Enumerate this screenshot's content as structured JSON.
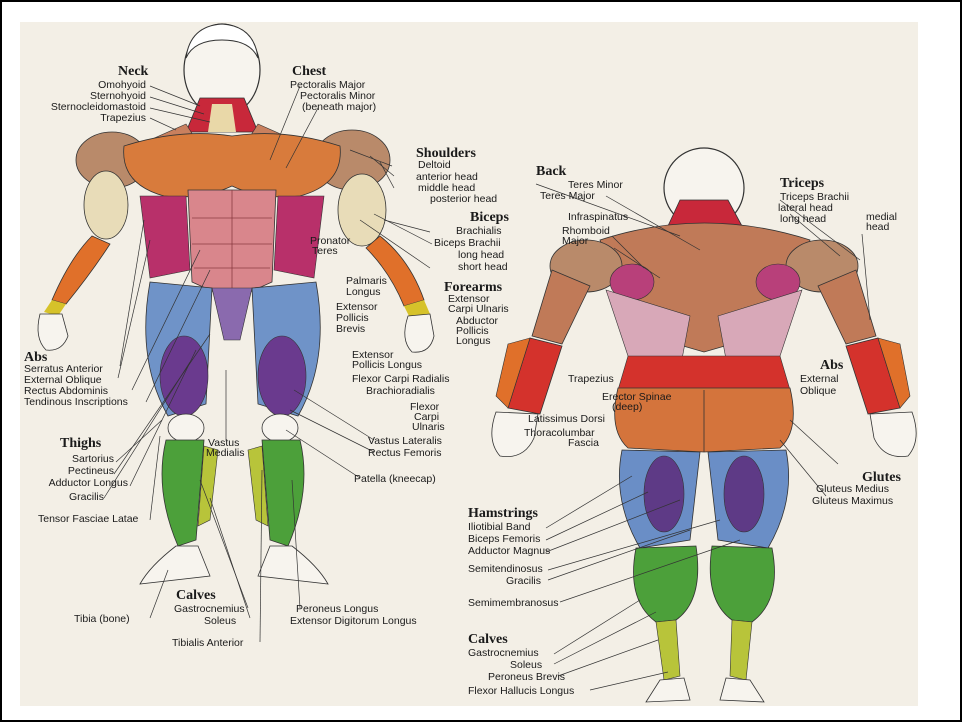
{
  "front": {
    "neck": {
      "header": "Neck",
      "items": [
        "Omohyoid",
        "Sternohyoid",
        "Sternocleidomastoid",
        "Trapezius"
      ]
    },
    "chest": {
      "header": "Chest",
      "items": [
        "Pectoralis Major",
        "Pectoralis Minor",
        "(beneath major)"
      ]
    },
    "shoulders": {
      "header": "Shoulders",
      "items": [
        "Deltoid",
        "anterior head",
        "middle head",
        "posterior head"
      ]
    },
    "biceps": {
      "header": "Biceps",
      "items": [
        "Brachialis",
        "Biceps Brachii",
        "long head",
        "short head"
      ]
    },
    "forearms": {
      "header": "Forearms",
      "items": [
        "Extensor",
        "Carpi Ulnaris",
        "Abductor",
        "Pollicis",
        "Longus"
      ]
    },
    "mid": {
      "pronator": [
        "Pronator",
        "Teres"
      ],
      "palmaris": [
        "Palmaris",
        "Longus"
      ],
      "ext_brevis": [
        "Extensor",
        "Pollicis",
        "Brevis"
      ],
      "ext_longus": [
        "Extensor",
        "Pollicis Longus"
      ],
      "flexor_radialis": "Flexor Carpi Radialis",
      "brachioradialis": "Brachioradialis",
      "flexor_ulnaris": [
        "Flexor",
        "Carpi",
        "Ulnaris"
      ],
      "vastus_lateralis": "Vastus Lateralis",
      "rectus_femoris": "Rectus Femoris",
      "vastus_medialis": [
        "Vastus",
        "Medialis"
      ],
      "patella": "Patella (kneecap)"
    },
    "abs": {
      "header": "Abs",
      "items": [
        "Serratus Anterior",
        "External Oblique",
        "Rectus Abdominis",
        "Tendinous Inscriptions"
      ]
    },
    "thighs": {
      "header": "Thighs",
      "items": [
        "Sartorius",
        "Pectineus",
        "Adductor Longus",
        "Gracilis"
      ]
    },
    "tensor": "Tensor Fasciae Latae",
    "calves": {
      "header": "Calves",
      "items": [
        "Gastrocnemius",
        "Soleus"
      ]
    },
    "tibia": "Tibia (bone)",
    "tibialis": "Tibialis Anterior",
    "peroneus": [
      "Peroneus Longus",
      "Extensor Digitorum Longus"
    ]
  },
  "back": {
    "back": {
      "header": "Back",
      "items": [
        "Teres Minor",
        "Teres Major",
        "Infraspinatus",
        "Rhomboid",
        "Major"
      ]
    },
    "triceps": {
      "header": "Triceps",
      "items": [
        "Triceps Brachii",
        "lateral head",
        "long head",
        "medial",
        "head"
      ]
    },
    "trapezius": "Trapezius",
    "erector": [
      "Erector Spinae",
      "(deep)"
    ],
    "latissimus": "Latissimus Dorsi",
    "thoracolumbar": [
      "Thoracolumbar",
      "Fascia"
    ],
    "abs": {
      "header": "Abs",
      "items": [
        "External",
        "Oblique"
      ]
    },
    "glutes": {
      "header": "Glutes",
      "items": [
        "Gluteus Medius",
        "Gluteus Maximus"
      ]
    },
    "hamstrings": {
      "header": "Hamstrings",
      "items": [
        "Iliotibial Band",
        "Biceps Femoris",
        "Adductor Magnus",
        "Semitendinosus",
        "Gracilis",
        "Semimembranosus"
      ]
    },
    "calves": {
      "header": "Calves",
      "items": [
        "Gastrocnemius",
        "Soleus",
        "Peroneus Brevis",
        "Flexor Hallucis Longus"
      ]
    }
  },
  "colors": {
    "skin": "#f4f0e8",
    "deltoid": "#b98a6a",
    "pectoral": "#d87b3c",
    "biceps": "#e8dcb8",
    "forearm_orange": "#e0702a",
    "forearm_red": "#d4322c",
    "forearm_yellow": "#d6c22a",
    "abs": "#d9868c",
    "oblique": "#b8306a",
    "quad_blue": "#6f93c8",
    "quad_purple": "#6a3a8e",
    "calf_green": "#4ca03a",
    "calf_yellow": "#b8c43a",
    "back_brown": "#c07a58",
    "back_pink": "#d8a8b8",
    "back_magenta": "#b8407a",
    "glute_orange": "#d4743c",
    "hamstring_blue": "#6a8ec6",
    "hamstring_purple": "#5e3a86",
    "neck_red": "#c8283a"
  }
}
